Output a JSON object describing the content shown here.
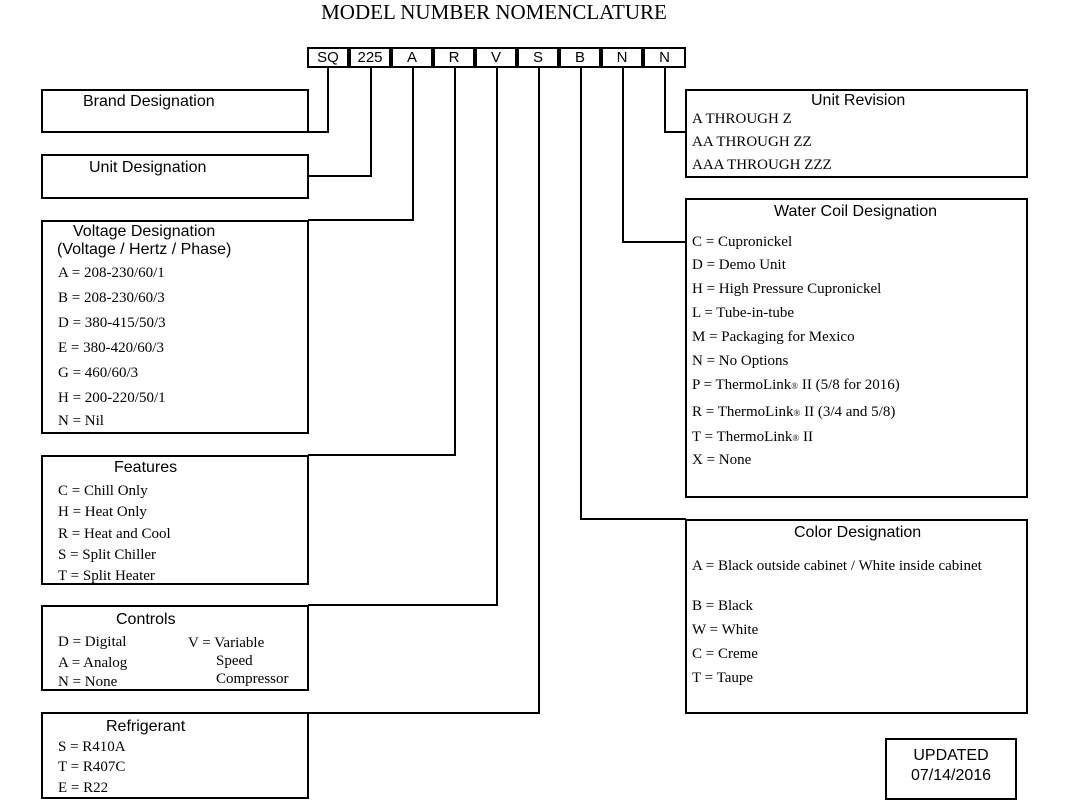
{
  "title": "MODEL NUMBER NOMENCLATURE",
  "segments": [
    "SQ",
    "225",
    "A",
    "R",
    "V",
    "S",
    "B",
    "N",
    "N"
  ],
  "brand": {
    "title": "Brand Designation"
  },
  "unit": {
    "title": "Unit Designation"
  },
  "voltage": {
    "title": "Voltage Designation",
    "subtitle": "(Voltage / Hertz / Phase)",
    "items": [
      "A = 208-230/60/1",
      "B = 208-230/60/3",
      "D = 380-415/50/3",
      "E = 380-420/60/3",
      "G = 460/60/3",
      "H = 200-220/50/1",
      "N = Nil"
    ]
  },
  "features": {
    "title": "Features",
    "items": [
      "C = Chill Only",
      "H = Heat Only",
      "R = Heat and Cool",
      "S = Split Chiller",
      "T = Split Heater"
    ]
  },
  "controls": {
    "title": "Controls",
    "items": [
      "D = Digital",
      "A = Analog",
      "N = None"
    ],
    "v_lines": [
      "V = Variable",
      "Speed",
      "Compressor"
    ]
  },
  "refrigerant": {
    "title": "Refrigerant",
    "items": [
      "S = R410A",
      "T = R407C",
      "E = R22"
    ]
  },
  "revision": {
    "title": "Unit Revision",
    "items": [
      "A THROUGH Z",
      "AA THROUGH ZZ",
      "AAA THROUGH ZZZ"
    ]
  },
  "water_coil": {
    "title": "Water Coil Designation",
    "items": [
      "C = Cupronickel",
      "D = Demo Unit",
      "H = High Pressure Cupronickel",
      "L = Tube-in-tube",
      "M = Packaging for Mexico",
      "N = No Options"
    ],
    "thermolink": [
      {
        "pre": "P = ThermoLink",
        "reg": "®",
        "post": " II (5/8 for 2016)"
      },
      {
        "pre": "R = ThermoLink",
        "reg": "®",
        "post": " II (3/4 and 5/8)"
      },
      {
        "pre": "T = ThermoLink",
        "reg": "®",
        "post": " II"
      }
    ],
    "last": "X = None"
  },
  "color": {
    "title": "Color Designation",
    "items": [
      "A = Black outside cabinet / White inside cabinet",
      "B = Black",
      "W = White",
      "C = Creme",
      "T = Taupe"
    ]
  },
  "updated": {
    "label": "UPDATED",
    "date": "07/14/2016"
  }
}
